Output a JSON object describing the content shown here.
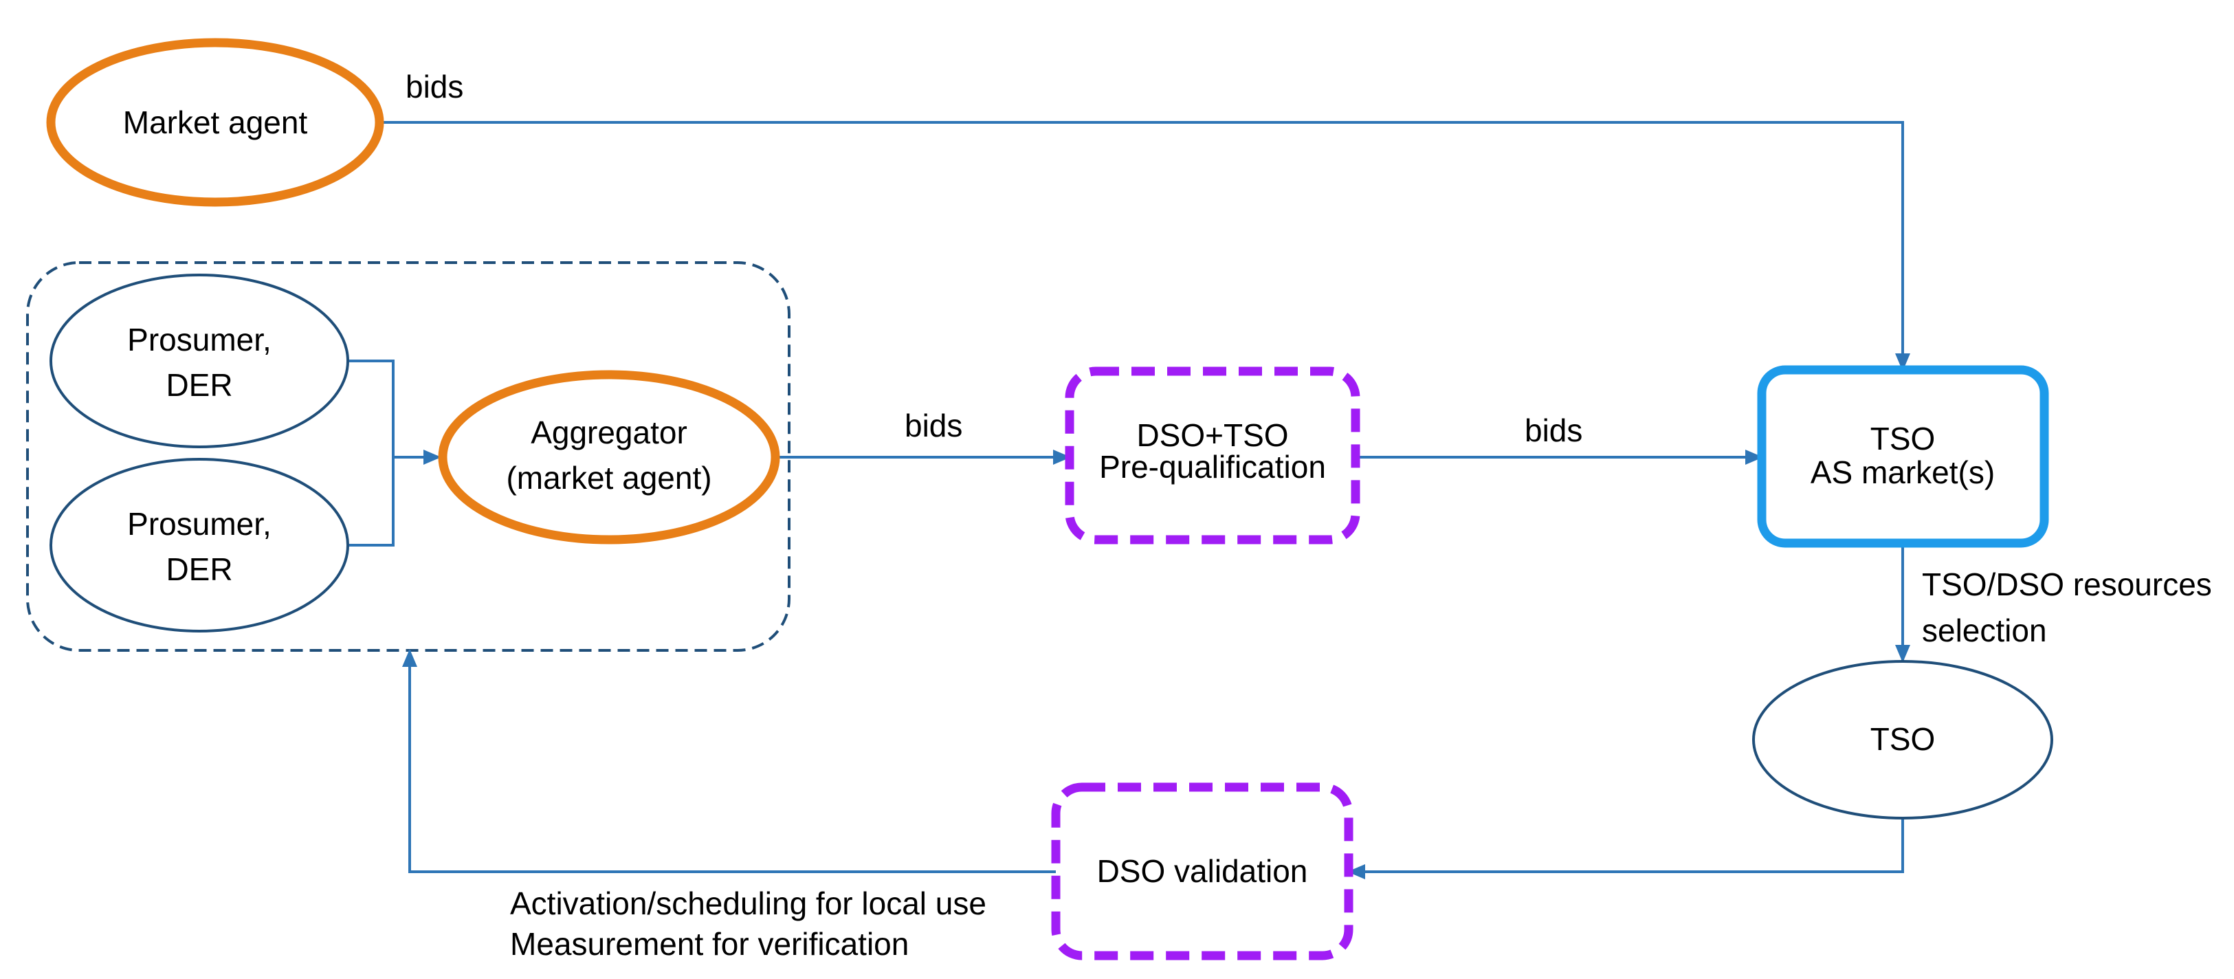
{
  "colors": {
    "line": "#2E75B6",
    "navy": "#1F4E79",
    "orange": "#E87F17",
    "purple": "#A01DF5",
    "tso_market": "#1E9BEA",
    "text": "#000000"
  },
  "nodes": {
    "market_agent": "Market agent",
    "prosumer_1": {
      "line1": "Prosumer,",
      "line2": "DER"
    },
    "prosumer_2": {
      "line1": "Prosumer,",
      "line2": "DER"
    },
    "aggregator": {
      "line1": "Aggregator",
      "line2": "(market agent)"
    },
    "prequalification": {
      "line1": "DSO+TSO",
      "line2": "Pre-qualification"
    },
    "tso_market": {
      "line1": "TSO",
      "line2": "AS market(s)"
    },
    "tso": "TSO",
    "dso_validation": "DSO validation"
  },
  "edge_labels": {
    "market_agent_bids": "bids",
    "aggregator_bids": "bids",
    "prequalification_bids": "bids",
    "selection": {
      "line1": "TSO/DSO resources",
      "line2": "selection"
    },
    "feedback": {
      "line1": "Activation/scheduling for local use",
      "line2": "Measurement for verification"
    }
  }
}
